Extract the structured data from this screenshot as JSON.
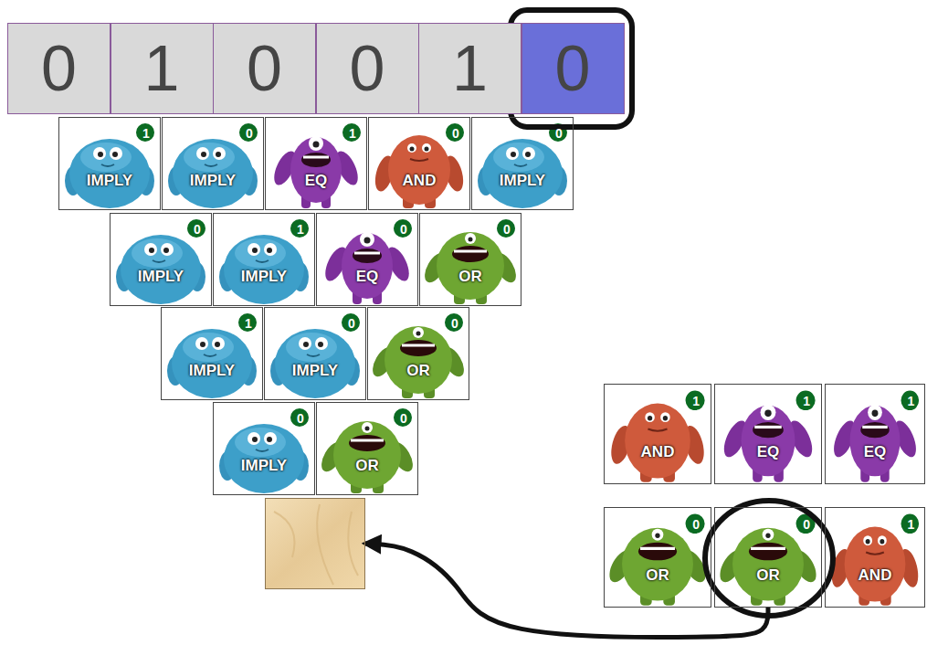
{
  "diagram": {
    "nodes": [
      {
        "text": [
          "0"
        ]
      },
      {
        "text": [
          "1"
        ]
      },
      {
        "text": [
          "0"
        ]
      },
      {
        "text": [
          "0"
        ]
      },
      {
        "text": [
          "1"
        ]
      },
      {
        "text": [
          "0"
        ]
      },
      {
        "text": [
          "IMPLY",
          "1"
        ]
      },
      {
        "text": [
          "IMPLY",
          "0"
        ]
      },
      {
        "text": [
          "EQ",
          "1"
        ]
      },
      {
        "text": [
          "AND",
          "0"
        ]
      },
      {
        "text": [
          "IMPLY",
          "0"
        ]
      },
      {
        "text": [
          "IMPLY",
          "0"
        ]
      },
      {
        "text": [
          "IMPLY",
          "1"
        ]
      },
      {
        "text": [
          "EQ",
          "0"
        ]
      },
      {
        "text": [
          "OR",
          "0"
        ]
      },
      {
        "text": [
          "IMPLY",
          "1"
        ]
      },
      {
        "text": [
          "IMPLY",
          "0"
        ]
      },
      {
        "text": [
          "OR",
          "0"
        ]
      },
      {
        "text": [
          "IMPLY",
          "0"
        ]
      },
      {
        "text": [
          "OR",
          "0"
        ]
      },
      {
        "text": []
      },
      {
        "text": [
          "AND",
          "1"
        ]
      },
      {
        "text": [
          "EQ",
          "1"
        ]
      },
      {
        "text": [
          "EQ",
          "1"
        ]
      },
      {
        "text": [
          "OR",
          "0"
        ]
      },
      {
        "text": [
          "OR",
          "0"
        ]
      },
      {
        "text": [
          "AND",
          "1"
        ]
      }
    ],
    "edges": [
      {
        "from": 25,
        "to": 20,
        "arrow": "to"
      }
    ]
  }
}
